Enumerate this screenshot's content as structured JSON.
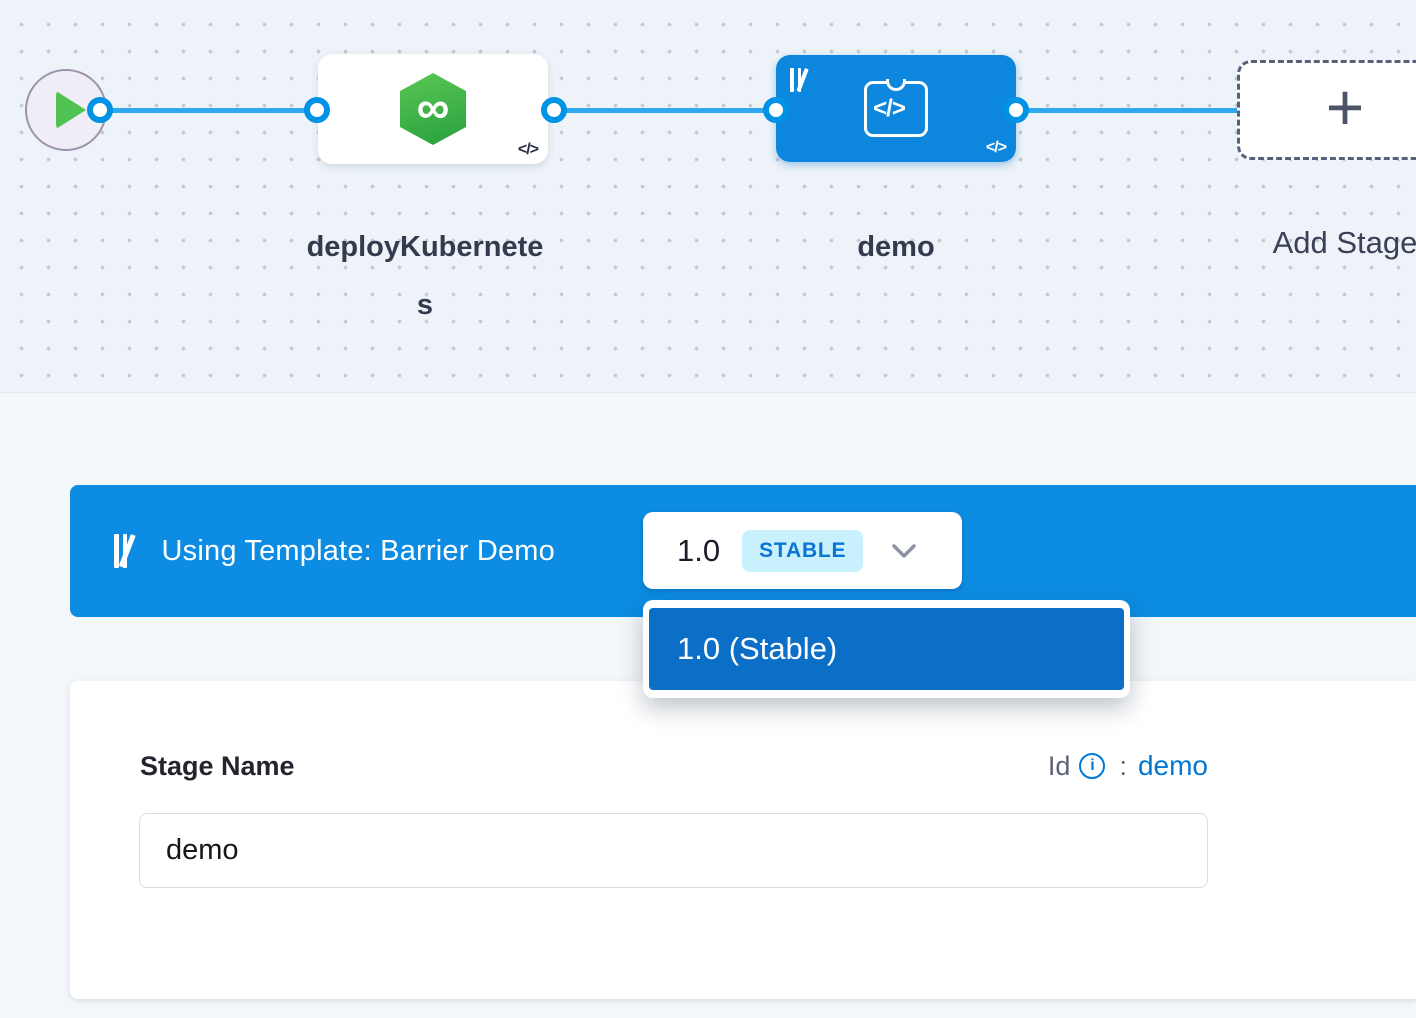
{
  "canvas": {
    "start_node": {
      "icon": "play-icon"
    },
    "stages": [
      {
        "name": "deployKubernetes",
        "kind": "deployment",
        "main_icon": "cd-infinity-hexagon-icon",
        "main_glyph": "∞",
        "code_badge": "</>"
      },
      {
        "name": "demo",
        "kind": "custom-template",
        "selected": true,
        "template_icon": "template-library-icon",
        "main_icon": "custom-stage-icon",
        "main_glyph": "</>",
        "code_badge": "</>"
      }
    ],
    "add_stage": {
      "label": "Add Stage",
      "icon": "plus-icon",
      "glyph": "+"
    }
  },
  "template_banner": {
    "icon": "template-library-icon",
    "label": "Using Template: Barrier Demo",
    "version_selector": {
      "version": "1.0",
      "badge": "STABLE",
      "chevron_icon": "chevron-down-icon"
    },
    "version_dropdown": {
      "items": [
        {
          "label": "1.0 (Stable)",
          "selected": true
        }
      ]
    }
  },
  "stage_form": {
    "name_label": "Stage Name",
    "id_label": "Id",
    "info_glyph": "i",
    "id_separator": ":",
    "id_value": "demo",
    "name_value": "demo"
  },
  "colors": {
    "banner_blue": "#0c8ce2",
    "dropdown_item_blue": "#0b6fc7",
    "selected_node_blue": "#0d87dd",
    "accent_blue": "#0278d5",
    "connector_ring_blue": "#0092e4",
    "edge_line_blue": "#30a8f0",
    "stable_badge_bg": "#c8f1fd",
    "cd_green": "#3bb14a",
    "play_green": "#4fc253",
    "canvas_bg": "#edf3f8",
    "page_bg": "#f3f7fa"
  }
}
